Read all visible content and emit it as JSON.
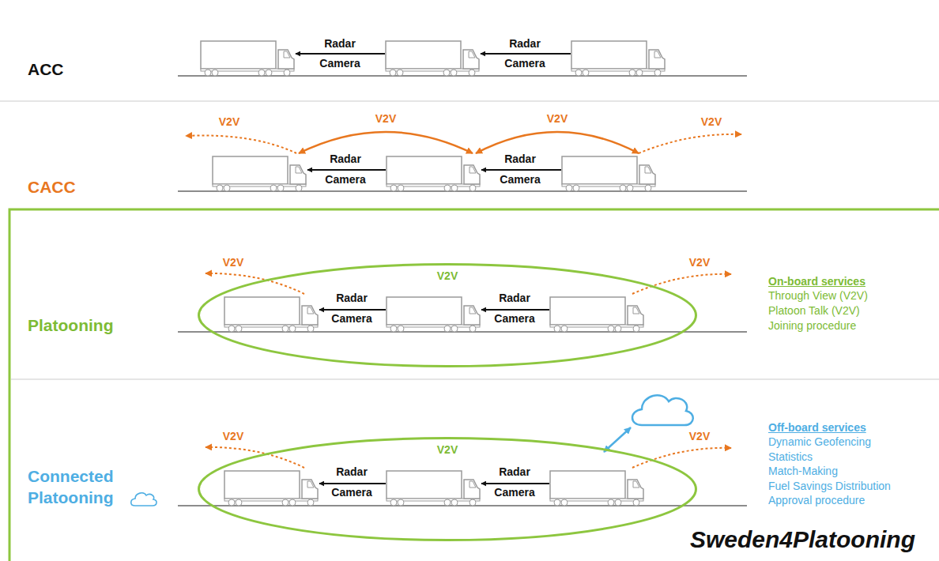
{
  "diagram": {
    "nodes": [
      {
        "text": [
          "V2V"
        ]
      },
      {
        "text": [
          "V2V"
        ]
      }
    ],
    "labels": [
      "ACC",
      "Radar",
      "Camera",
      "Radar",
      "Camera",
      "V2V",
      "V2V",
      "V2V",
      "V2V",
      "CACC",
      "Radar",
      "Camera",
      "Radar",
      "Camera",
      "V2V",
      "V2V",
      "Platooning",
      "Radar",
      "Camera",
      "Radar",
      "Camera",
      "On-board services",
      "Through View (V2V)",
      "Platoon Talk (V2V)",
      "Joining procedure",
      "V2V",
      "V2V",
      "Connected Platooning",
      "Radar",
      "Camera",
      "Radar",
      "Camera",
      "Off-board services",
      "Dynamic Geofencing",
      "Statistics",
      "Match-Making",
      "Fuel Savings Distribution",
      "Approval procedure",
      "Sweden4Platooning"
    ]
  }
}
